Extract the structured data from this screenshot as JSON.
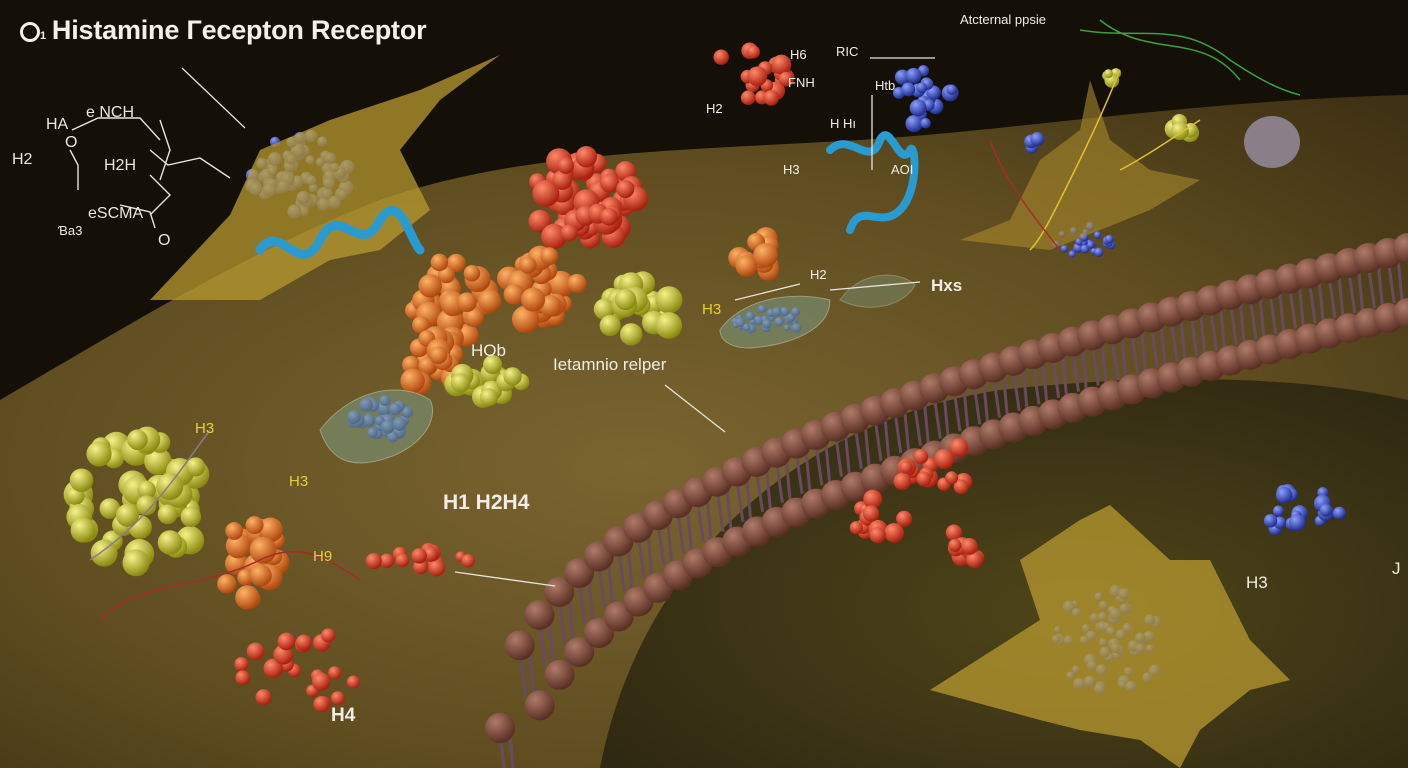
{
  "title": "Histamine Гecepton Receptor",
  "title_prefix": "O",
  "chemical_structure": {
    "label_ha": "HA",
    "label_nch": "e NCH",
    "label_o1": "O",
    "label_h2_left": "H2",
    "label_h2h": "H2H",
    "label_scma": "eSCMA",
    "label_ba3": "Ɓa3",
    "label_o2": "O"
  },
  "labels": {
    "top_right_note": "Atcternal ppsie",
    "rc": "RIC",
    "h6": "H6",
    "fnh": "FNH",
    "h2_top": "H2",
    "htb": "Htb",
    "hh": "H Hı",
    "h3_mid": "H3",
    "aoi": "AOI",
    "h2_center": "H2",
    "hxs": "Hxs",
    "h3_yellow_center": "H3",
    "hob": "HOb",
    "receptor_note": "Ietamnio relper",
    "h3_left": "H3",
    "h3_left2": "H3",
    "h9": "H9",
    "h1h2h4": "H1 H2H4",
    "h4": "H4",
    "h3_right": "H3",
    "right_edge": "J"
  },
  "colors": {
    "background": "#141008",
    "cytoplasm": "#6e5a26",
    "membrane": "#7a4a3e",
    "red_cluster": "#d2381e",
    "orange_cluster": "#e0741e",
    "yellow_cluster": "#cfc82e",
    "blue_cluster": "#3a52c8",
    "helix": "#2a9bd0",
    "label_white": "#f1eee6",
    "label_yellow": "#e8cf3a"
  }
}
